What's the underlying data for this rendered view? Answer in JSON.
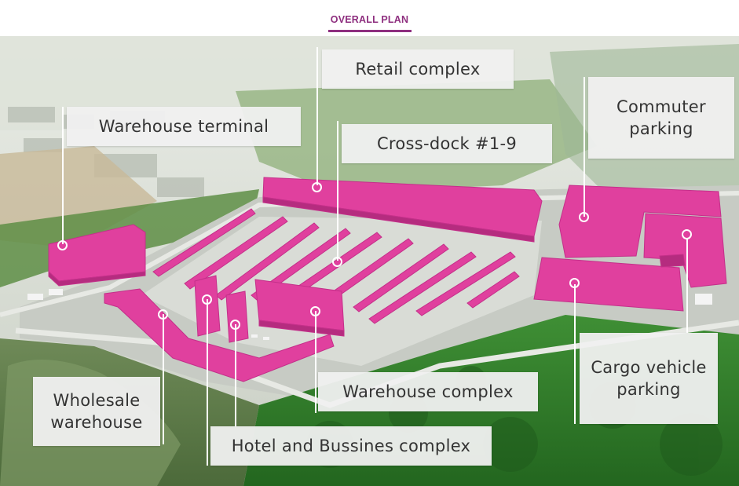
{
  "header": {
    "title": "OVERALL PLAN"
  },
  "colors": {
    "accent": "#8e2f7f",
    "building": "#e0409e",
    "label_bg": "#f0f0f0",
    "forest": "#2f7d2a"
  },
  "labels": {
    "retail": "Retail complex",
    "warehouse_terminal": "Warehouse terminal",
    "crossdock": "Cross-dock #1-9",
    "commuter_line1": "Commuter",
    "commuter_line2": "parking",
    "cargo_line1": "Cargo vehicle",
    "cargo_line2": "parking",
    "warehouse_complex": "Warehouse complex",
    "wholesale_line1": "Wholesale",
    "wholesale_line2": "warehouse",
    "hotel": "Hotel and Bussines complex"
  }
}
